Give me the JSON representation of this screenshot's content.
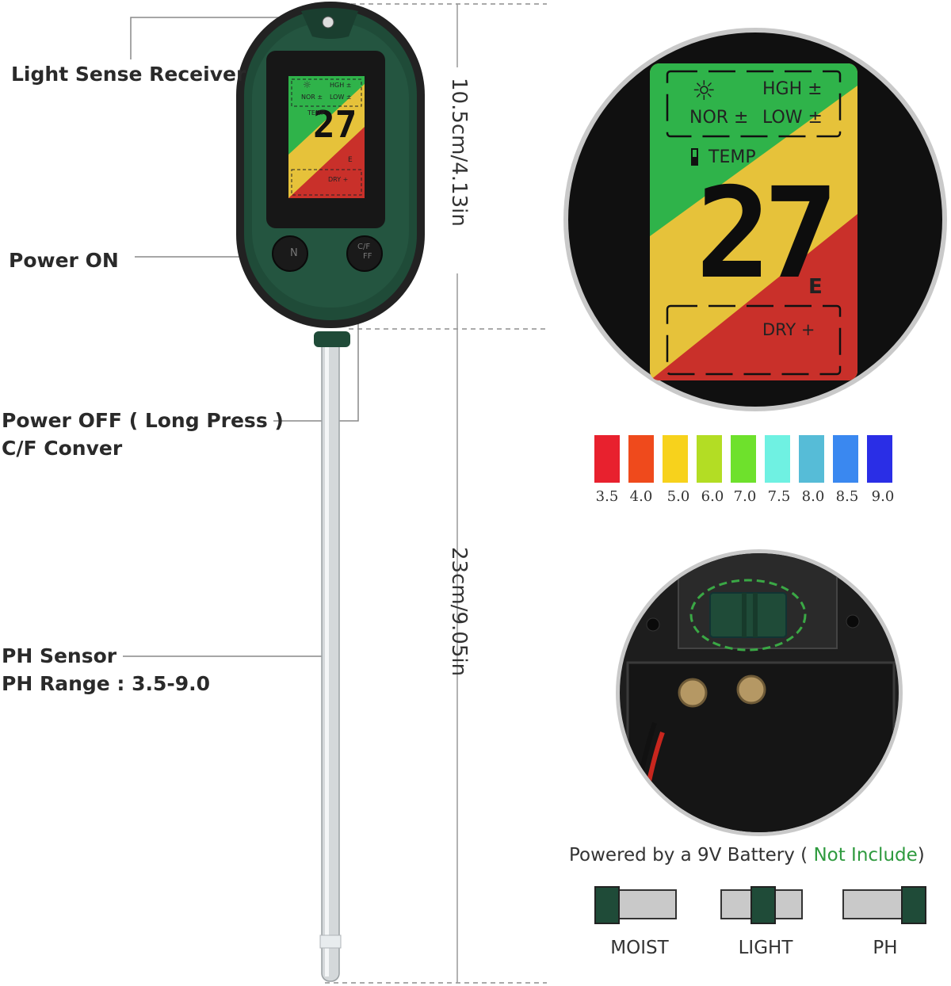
{
  "callouts": {
    "light_sense": "Light Sense Receiver",
    "power_on": "Power ON",
    "power_off_line1": "Power OFF ( Long Press )",
    "power_off_line2": "C/F Conver",
    "ph_sensor_line1": "PH Sensor",
    "ph_sensor_line2": "PH Range : 3.5-9.0"
  },
  "dimensions": {
    "head": "10.5cm/4.13in",
    "probe": "23cm/9.05in"
  },
  "device": {
    "left_button": "N",
    "right_button_top": "C/F",
    "right_button_bottom": "FF"
  },
  "lcd": {
    "hgh": "HGH ±",
    "nor": "NOR ±",
    "low": "LOW ±",
    "temp": "TEMP",
    "value": "27",
    "unit": "E",
    "dry": "DRY +"
  },
  "ph_scale": [
    {
      "label": "3.5",
      "color": "#e8212e"
    },
    {
      "label": "4.0",
      "color": "#ef4a1c"
    },
    {
      "label": "5.0",
      "color": "#f7d21c"
    },
    {
      "label": "6.0",
      "color": "#b3dd24"
    },
    {
      "label": "7.0",
      "color": "#6ee12c"
    },
    {
      "label": "7.5",
      "color": "#6ff1e2"
    },
    {
      "label": "8.0",
      "color": "#56bcd7"
    },
    {
      "label": "8.5",
      "color": "#3a88f0"
    },
    {
      "label": "9.0",
      "color": "#2a2ee6"
    }
  ],
  "battery": {
    "text": "Powered by a 9V Battery (",
    "highlight": "Not Include",
    "close": ")",
    "highlight_color": "#2e9a3e"
  },
  "modes": [
    "MOIST",
    "LIGHT",
    "PH"
  ],
  "colors": {
    "device_green": "#1f4b38",
    "lcd_green": "#2fb34a",
    "lcd_yellow": "#e6c23a",
    "lcd_red": "#c9302a"
  }
}
